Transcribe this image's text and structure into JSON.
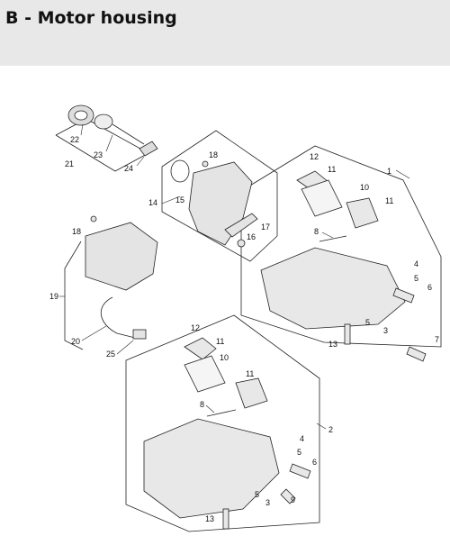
{
  "header": {
    "title": "B - Motor housing"
  },
  "callouts": [
    "1",
    "2",
    "3",
    "4",
    "5",
    "6",
    "7",
    "8",
    "10",
    "11",
    "12",
    "13",
    "14",
    "15",
    "16",
    "17",
    "18",
    "19",
    "20",
    "21",
    "22",
    "23",
    "24",
    "25",
    "9"
  ]
}
